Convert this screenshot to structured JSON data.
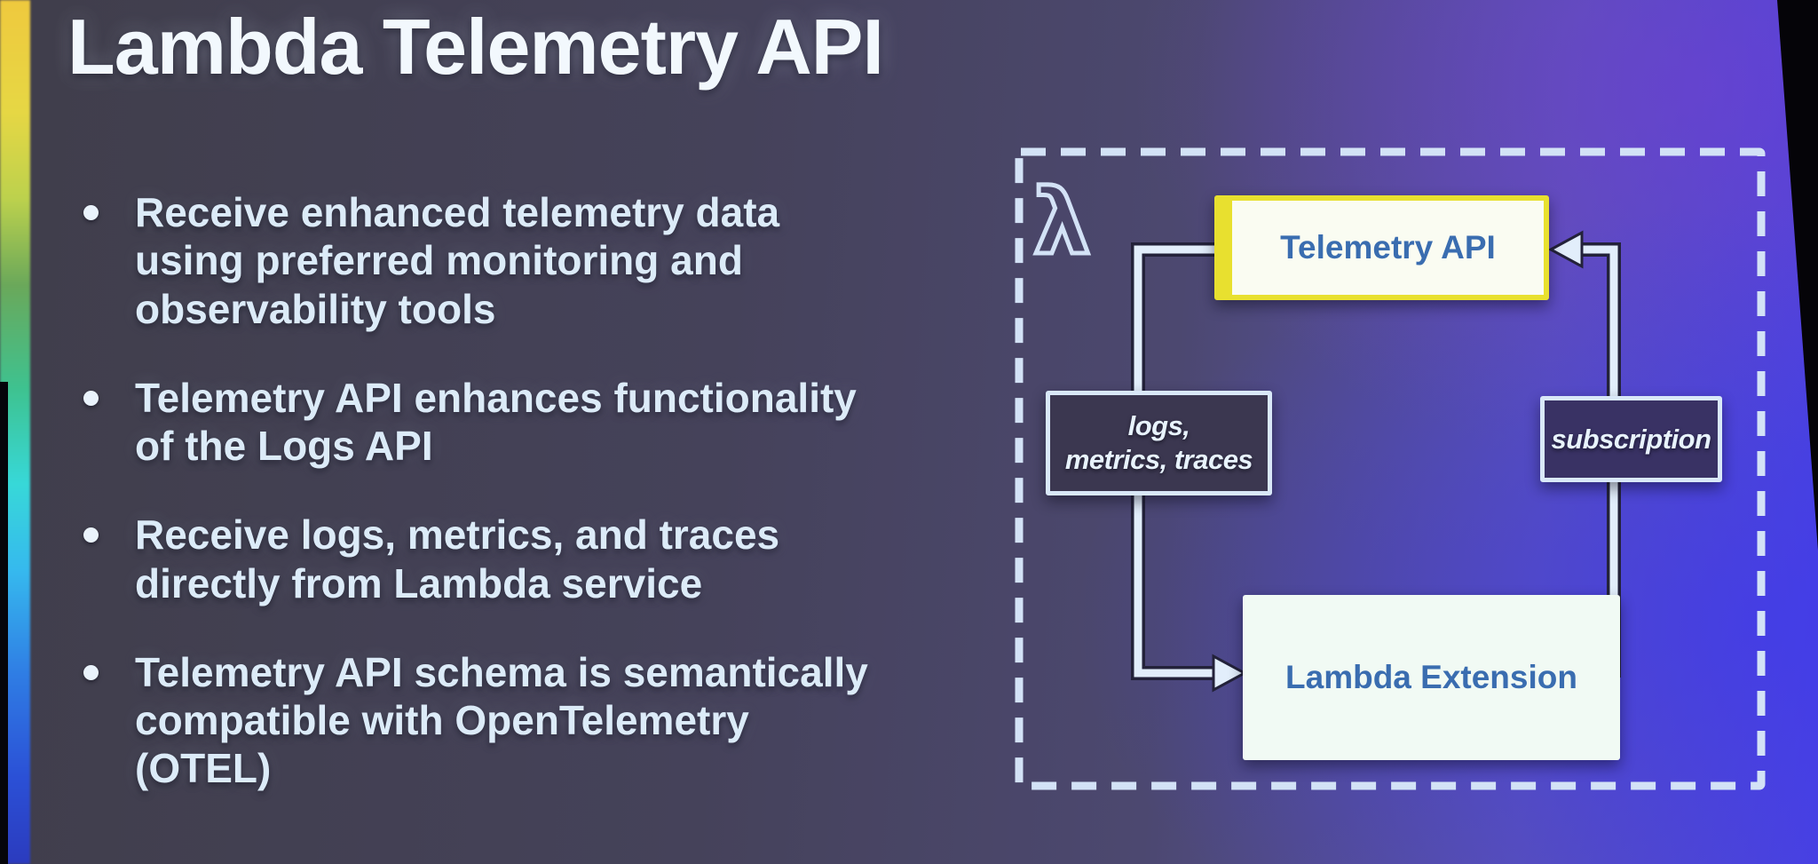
{
  "slide": {
    "title": "Lambda Telemetry API",
    "bullets": [
      "Receive enhanced telemetry data\nusing preferred monitoring and\nobservability tools",
      "Telemetry API enhances functionality\nof the Logs API",
      "Receive logs, metrics, and traces\ndirectly from Lambda service",
      "Telemetry API schema is semantically\ncompatible with OpenTelemetry\n(OTEL)"
    ]
  },
  "diagram": {
    "lambda_icon_glyph": "λ",
    "nodes": {
      "telemetry_api": {
        "label": "Telemetry API"
      },
      "logs_metrics_traces": {
        "label_line1": "logs,",
        "label_line2": "metrics, traces"
      },
      "subscription": {
        "label": "subscription"
      },
      "lambda_extension": {
        "label": "Lambda Extension"
      }
    },
    "edges": [
      {
        "from": "telemetry_api",
        "to": "lambda_extension",
        "via": "logs_metrics_traces"
      },
      {
        "from": "lambda_extension",
        "to": "telemetry_api",
        "via": "subscription"
      }
    ]
  },
  "colors": {
    "bg-left": "#403e4b",
    "bg-right": "#4a43e0",
    "accent-yellow": "#e8e02f",
    "line": "#e2eefb",
    "box-text": "#3a6db0",
    "bullet-text": "#dcebf8",
    "title-text": "#f2f8fd",
    "dark-box-border": "#d9e8f8"
  }
}
